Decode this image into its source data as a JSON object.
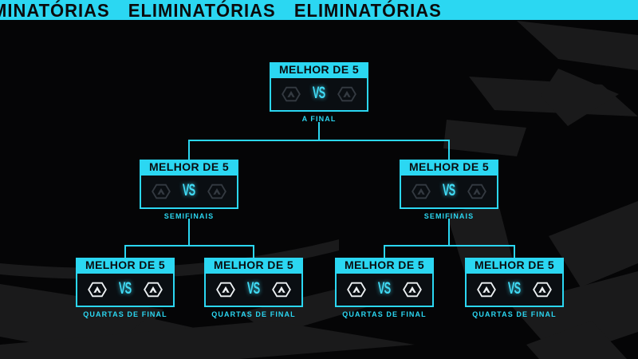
{
  "banner": {
    "text": "MINATÓRIAS ELIMINATÓRIAS ELIMINATÓRIAS"
  },
  "colors": {
    "accent": "#2BD7F2",
    "background": "#050506",
    "background_shapes": "#1a1a1b",
    "box_body": "#0a0e12",
    "banner_text": "#0b0b0c",
    "hex_dim": "#343a41",
    "hex_bright": "#eef2f4"
  },
  "icons": {
    "team_placeholder": "hexagon-with-triangle"
  },
  "matches": [
    {
      "id": "final",
      "title": "MELHOR DE 5",
      "vs_label": "VS",
      "round_label": "A FINAL"
    },
    {
      "id": "semifinal-left",
      "title": "MELHOR DE 5",
      "vs_label": "VS",
      "round_label": "SEMIFINAIS"
    },
    {
      "id": "semifinal-right",
      "title": "MELHOR DE 5",
      "vs_label": "VS",
      "round_label": "SEMIFINAIS"
    },
    {
      "id": "quarterfinal-1",
      "title": "MELHOR DE 5",
      "vs_label": "VS",
      "round_label": "QUARTAS DE FINAL"
    },
    {
      "id": "quarterfinal-2",
      "title": "MELHOR DE 5",
      "vs_label": "VS",
      "round_label": "QUARTAS DE FINAL"
    },
    {
      "id": "quarterfinal-3",
      "title": "MELHOR DE 5",
      "vs_label": "VS",
      "round_label": "QUARTAS DE FINAL"
    },
    {
      "id": "quarterfinal-4",
      "title": "MELHOR DE 5",
      "vs_label": "VS",
      "round_label": "QUARTAS DE FINAL"
    }
  ]
}
